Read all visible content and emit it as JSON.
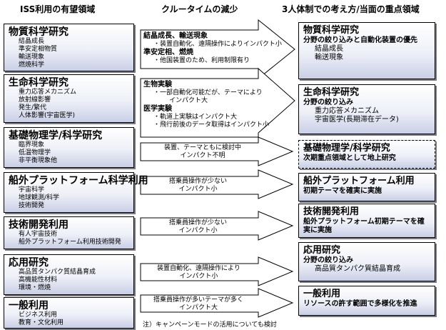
{
  "headers": {
    "left": "ISS利用の有望領域",
    "middle": "クルータイムの減少",
    "right": "3人体制での考え方/当面の重点領域"
  },
  "left_boxes": [
    {
      "title": "物質科学研究",
      "items": [
        "結晶成長",
        "準安定相物質",
        "輸送現象",
        "燃焼科学"
      ]
    },
    {
      "title": "生命科学研究",
      "items": [
        "重力応答メカニズム",
        "放射線影響",
        "発生/繁代",
        "人体影響(宇宙医学)"
      ]
    },
    {
      "title": "基礎物理学/科学研究",
      "items": [
        "臨界現象",
        "低温物理学",
        "非平衡現象他"
      ]
    },
    {
      "title": "船外プラットフォーム科学利用",
      "items": [
        "宇宙科学",
        "地球観測/科学",
        "技術開発"
      ]
    },
    {
      "title": "技術開発利用",
      "items": [
        "有人宇宙技術",
        "船外プラットフォーム利用技術開発"
      ]
    },
    {
      "title": "応用研究",
      "items": [
        "高品質タンパク質結晶育成",
        "高機能性材料",
        "環境・燃焼"
      ]
    },
    {
      "title": "一般利用",
      "items": [
        "ビジネス利用",
        "教育・文化利用"
      ]
    }
  ],
  "arrows": {
    "a1": {
      "g1_title": "結晶成長、輸送現象",
      "g1_body": "・装置自動化、遠隔操作によりインパクト小",
      "g2_title": "準安定相、燃焼",
      "g2_body": "・他国装置のため、利用制限有り"
    },
    "a2": {
      "g1_title": "生物実験",
      "g1_body1": "・一部自動化可能だが、テーマにより",
      "g1_body2": "インパクト大",
      "g2_title": "医学実験",
      "g2_body1": "・軌道上実験はインパクト大",
      "g2_body2": "・飛行前後のデータ取得はインパクト小"
    },
    "a3": {
      "line1": "装置、テーマともに検討中",
      "line2": "インパクト不明"
    },
    "a4": {
      "line1": "搭乗員操作が少ない",
      "line2": "インパクト小"
    },
    "a5": {
      "line1": "搭乗員操作が少ない",
      "line2": "インパクト小"
    },
    "a6": {
      "line1": "装置自動化、遠隔操作により",
      "line2": "インパクト小"
    },
    "a7": {
      "line1": "搭乗員操作が多いテーマが多く",
      "line2": "インパクト大"
    }
  },
  "note": "注）キャンペーンモードの活用についても検討",
  "right_boxes": [
    {
      "title": "物質科学研究",
      "sub": "分野の絞り込みと自動化装置の優先",
      "items": [
        "結晶成長",
        "輸送現象"
      ]
    },
    {
      "title": "生命科学研究",
      "sub": "分野の絞り込み",
      "items": [
        "重力応答メカニズム",
        "宇宙医学(長期滞在データ)"
      ]
    },
    {
      "title": "基礎物理学/科学研究",
      "sub": "次期重点領域として地上研究",
      "items": []
    },
    {
      "title": "船外プラットフォーム利用",
      "sub": "初期テーマを確実に実施",
      "items": []
    },
    {
      "title": "技術開発利用",
      "sub": "船外プラットフォーム初期テーマを確実に実施",
      "items": []
    },
    {
      "title": "応用研究",
      "sub": "分野の絞り込み",
      "items": [
        "高品質タンパク質結晶育成"
      ]
    },
    {
      "title": "一般利用",
      "sub": "リソースの許す範囲で多様化を推進",
      "items": []
    }
  ]
}
